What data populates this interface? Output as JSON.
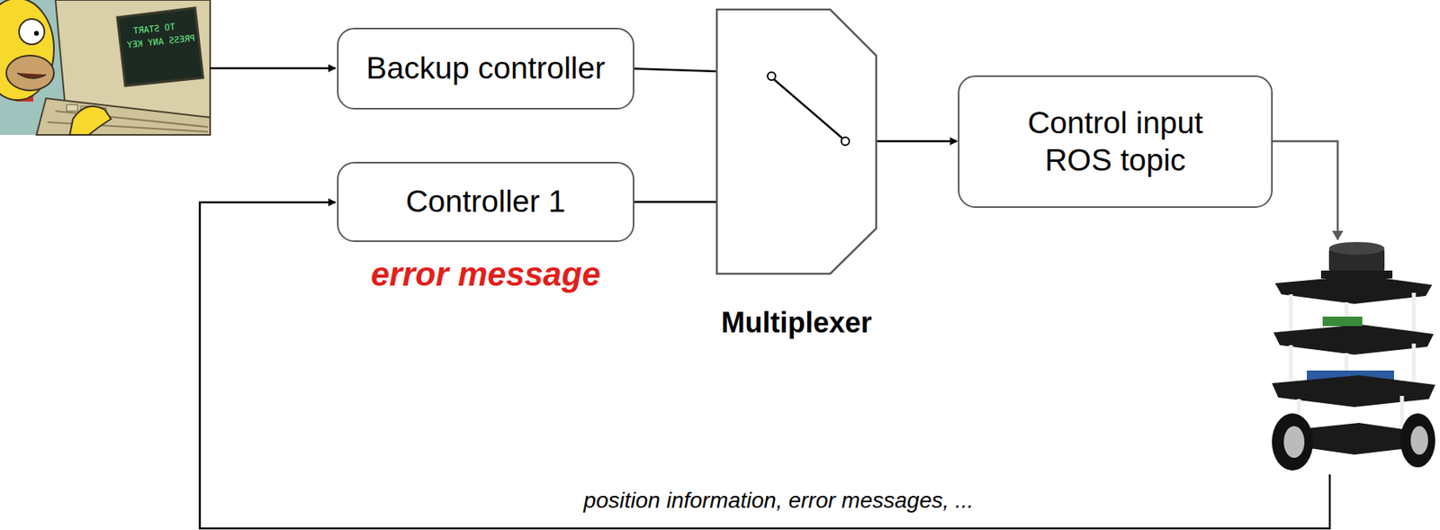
{
  "diagram": {
    "nodes": [
      {
        "text": [
          "Backup controller"
        ]
      },
      {
        "text": [
          "Controller 1"
        ]
      },
      {
        "text": [
          "Multiplexer"
        ]
      },
      {
        "text": [
          "Control input ROS topic"
        ]
      }
    ],
    "edges": [
      {
        "from": 0,
        "to": 2,
        "arrow": "to"
      },
      {
        "from": 1,
        "to": 2,
        "arrow": "to"
      },
      {
        "from": 2,
        "to": 3,
        "arrow": "to"
      }
    ],
    "labels": [
      "error message",
      "position information, error messages, ...",
      "TO START",
      "PRESS ANY KEY"
    ]
  }
}
